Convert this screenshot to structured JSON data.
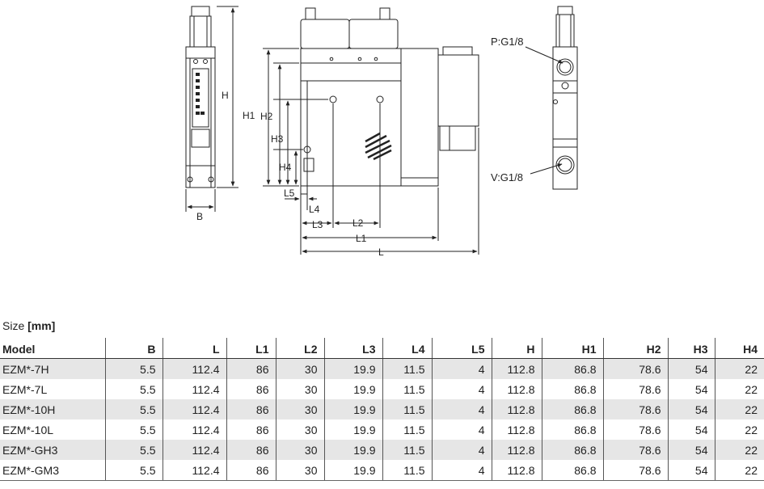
{
  "drawing": {
    "dims_left": [
      "H"
    ],
    "dims_front": [
      "H1",
      "H2",
      "H3",
      "H4",
      "L5",
      "L4",
      "L3",
      "L2",
      "L1",
      "L"
    ],
    "dim_B": "B",
    "port_p": "P:G1/8",
    "port_v": "V:G1/8"
  },
  "size_label": {
    "prefix": "Size ",
    "unit": "[mm]"
  },
  "table": {
    "headers": [
      "Model",
      "B",
      "L",
      "L1",
      "L2",
      "L3",
      "L4",
      "L5",
      "H",
      "H1",
      "H2",
      "H3",
      "H4"
    ],
    "rows": [
      [
        "EZM*-7H",
        "5.5",
        "112.4",
        "86",
        "30",
        "19.9",
        "11.5",
        "4",
        "112.8",
        "86.8",
        "78.6",
        "54",
        "22"
      ],
      [
        "EZM*-7L",
        "5.5",
        "112.4",
        "86",
        "30",
        "19.9",
        "11.5",
        "4",
        "112.8",
        "86.8",
        "78.6",
        "54",
        "22"
      ],
      [
        "EZM*-10H",
        "5.5",
        "112.4",
        "86",
        "30",
        "19.9",
        "11.5",
        "4",
        "112.8",
        "86.8",
        "78.6",
        "54",
        "22"
      ],
      [
        "EZM*-10L",
        "5.5",
        "112.4",
        "86",
        "30",
        "19.9",
        "11.5",
        "4",
        "112.8",
        "86.8",
        "78.6",
        "54",
        "22"
      ],
      [
        "EZM*-GH3",
        "5.5",
        "112.4",
        "86",
        "30",
        "19.9",
        "11.5",
        "4",
        "112.8",
        "86.8",
        "78.6",
        "54",
        "22"
      ],
      [
        "EZM*-GM3",
        "5.5",
        "112.4",
        "86",
        "30",
        "19.9",
        "11.5",
        "4",
        "112.8",
        "86.8",
        "78.6",
        "54",
        "22"
      ]
    ]
  }
}
